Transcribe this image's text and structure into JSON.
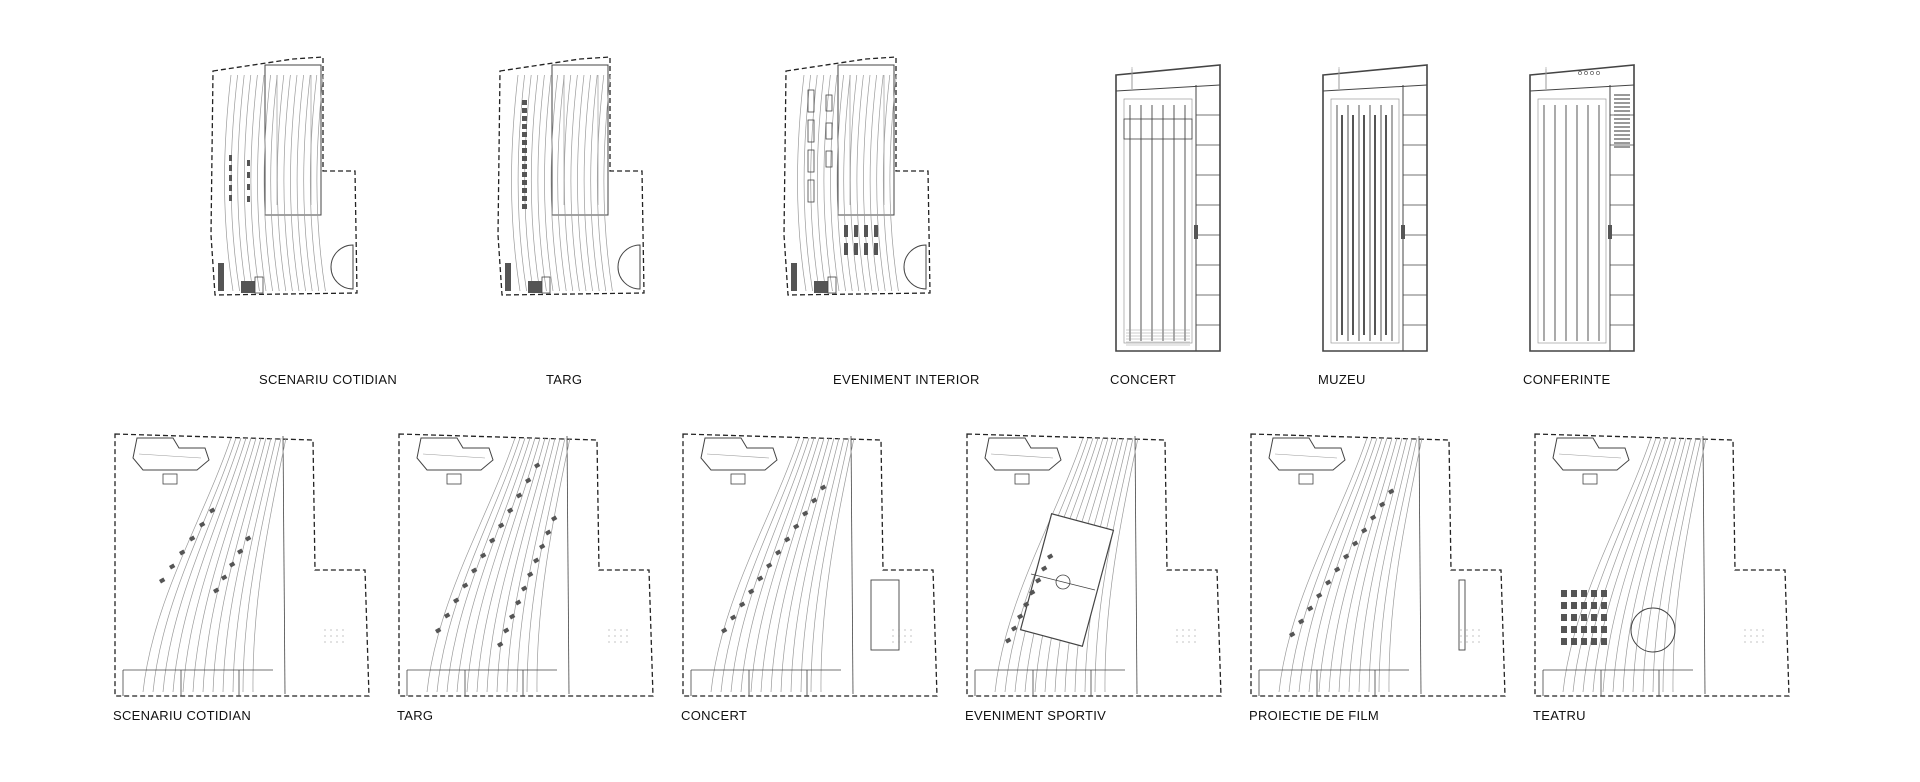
{
  "row1": {
    "site_plans": [
      {
        "label": "SCENARIU COTIDIAN",
        "variant": "cotidian"
      },
      {
        "label": "TARG",
        "variant": "targ"
      },
      {
        "label": "EVENIMENT INTERIOR",
        "variant": "interior"
      }
    ],
    "floor_plans": [
      {
        "label": "CONCERT",
        "variant": "concert"
      },
      {
        "label": "MUZEU",
        "variant": "muzeu"
      },
      {
        "label": "CONFERINTE",
        "variant": "conferinte"
      }
    ]
  },
  "row2": {
    "plaza_plans": [
      {
        "label": "SCENARIU COTIDIAN",
        "variant": "cotidian"
      },
      {
        "label": "TARG",
        "variant": "targ"
      },
      {
        "label": "CONCERT",
        "variant": "concert"
      },
      {
        "label": "EVENIMENT SPORTIV",
        "variant": "sportiv"
      },
      {
        "label": "PROIECTIE DE FILM",
        "variant": "film"
      },
      {
        "label": "TEATRU",
        "variant": "teatru"
      }
    ]
  },
  "colors": {
    "line": "#444444",
    "dashed": "#222222",
    "fill": "#555555",
    "light": "#9a9a9a"
  }
}
